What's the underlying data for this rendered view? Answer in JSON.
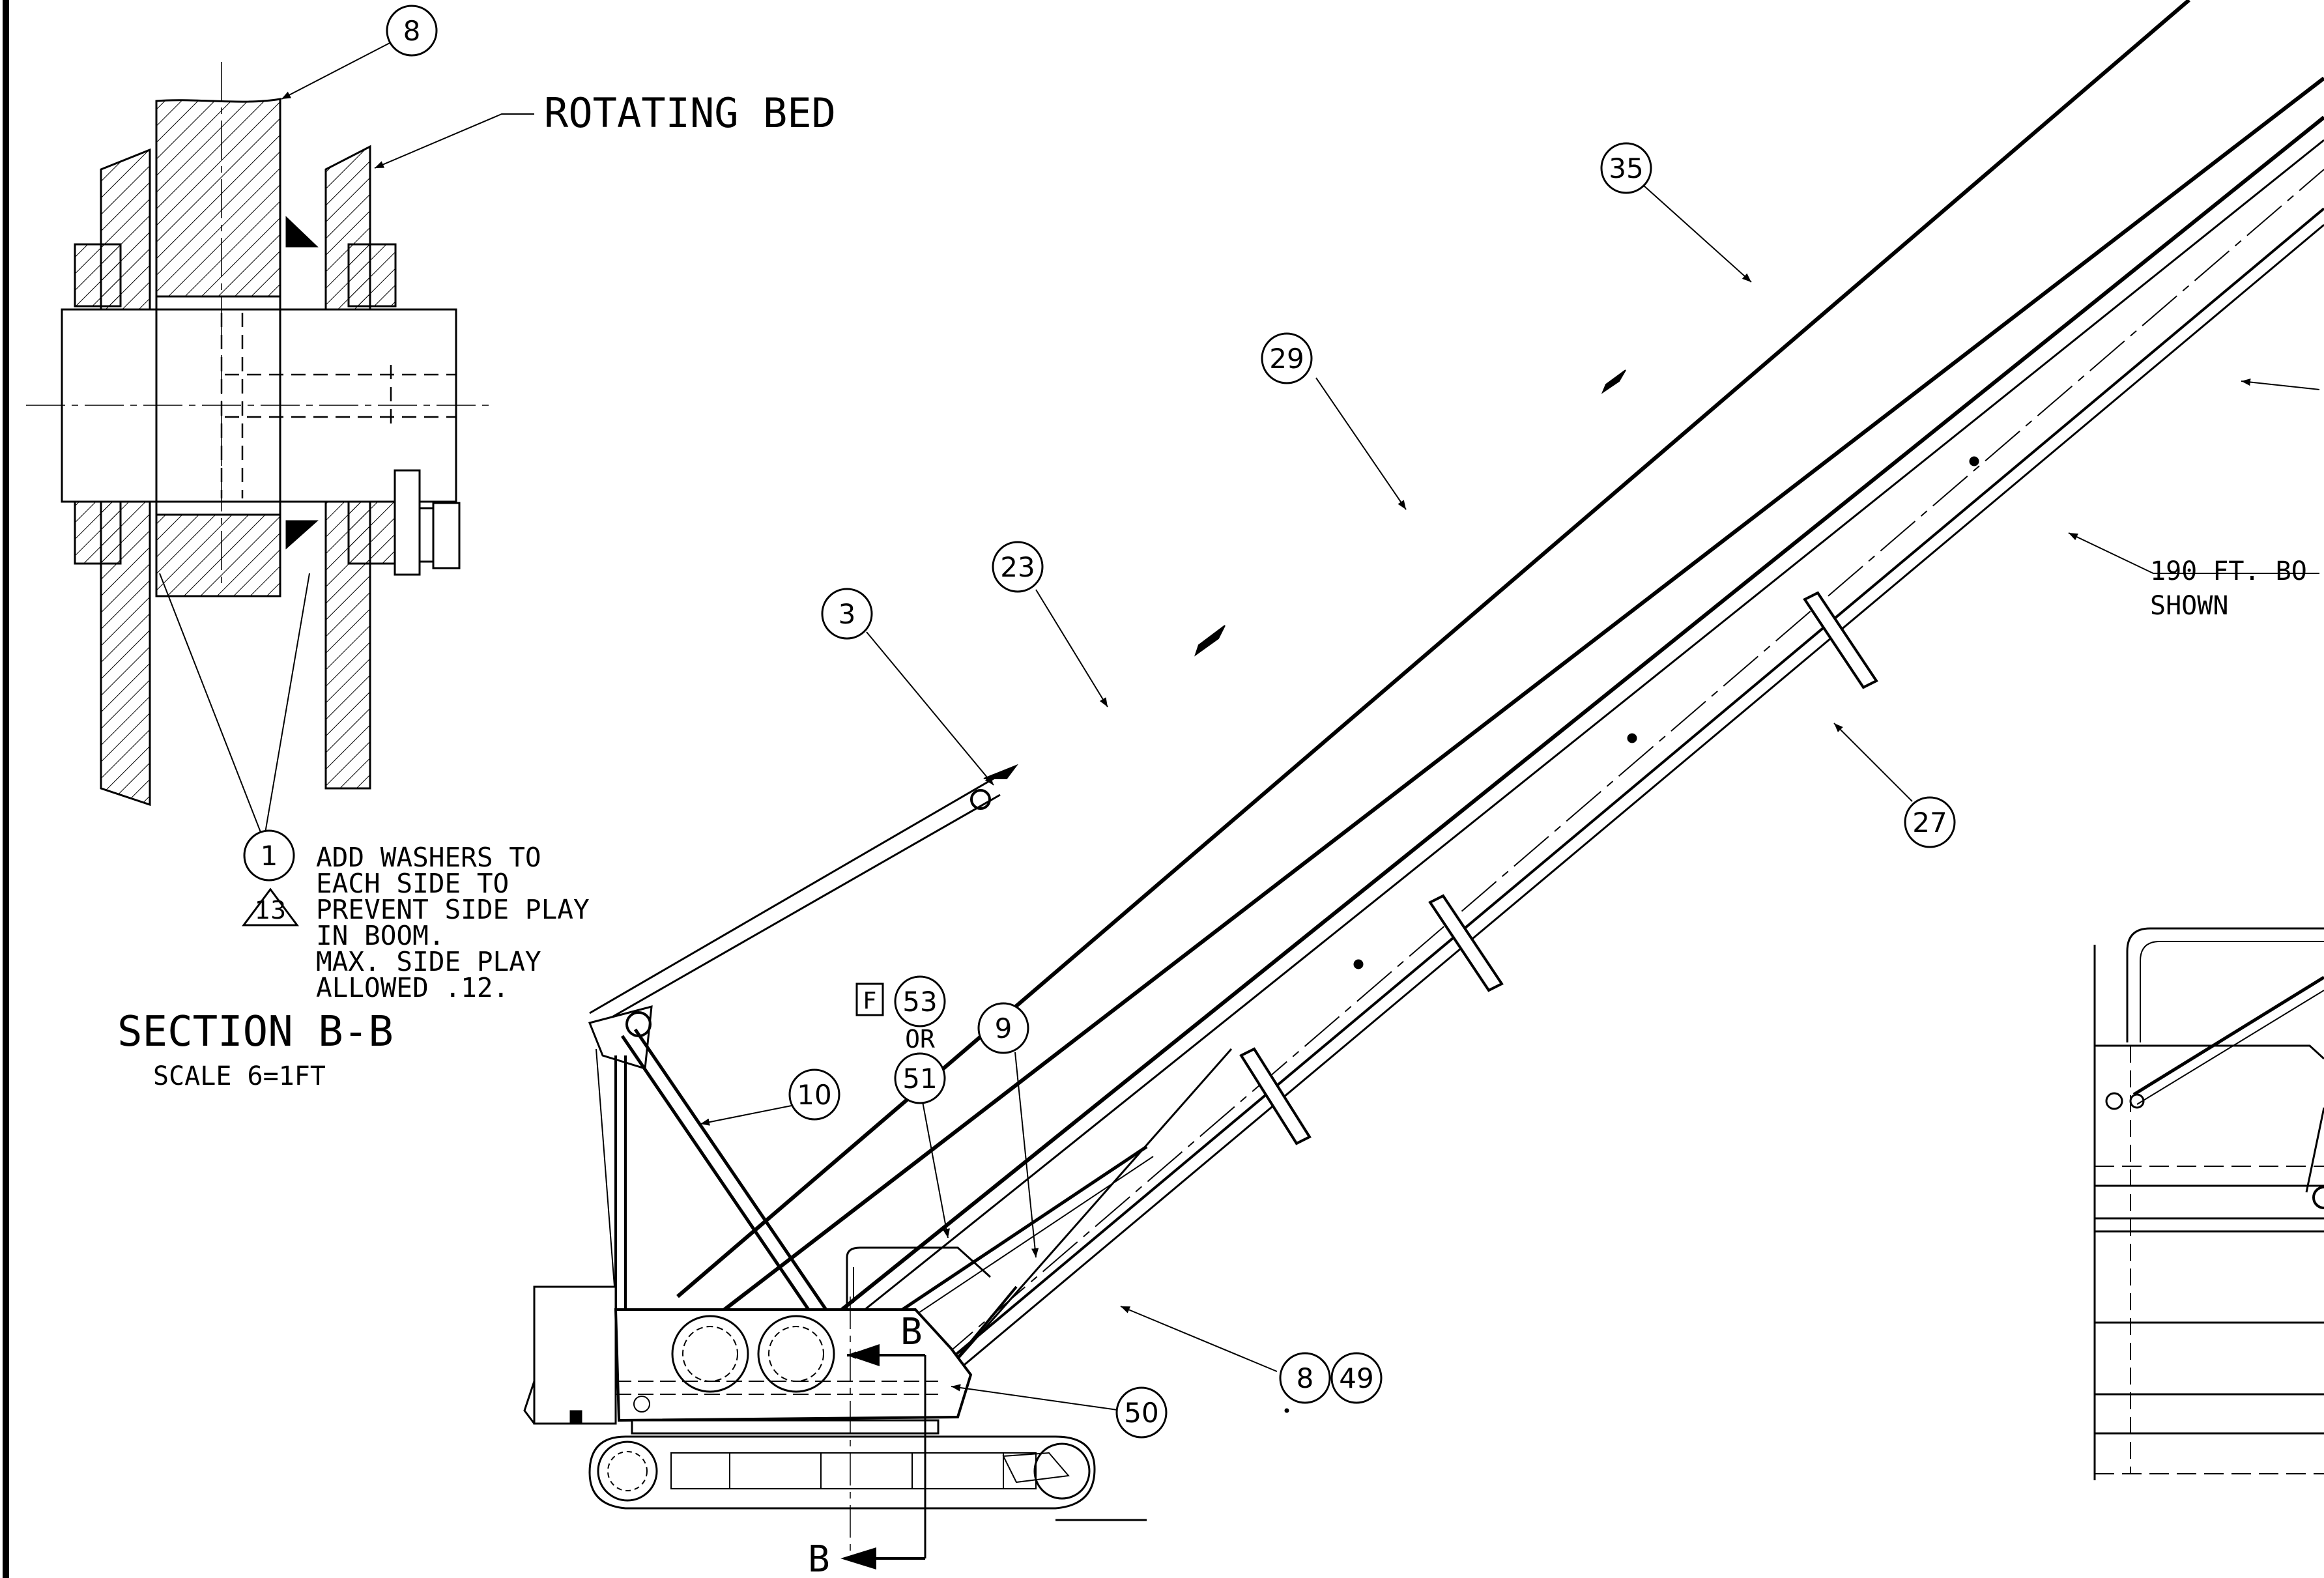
{
  "section": {
    "callout_top": "8",
    "label_rotating_bed": "ROTATING BED",
    "callout_1": "1",
    "callout_13": "13",
    "note_lines": [
      "ADD WASHERS TO",
      "EACH SIDE TO",
      "PREVENT SIDE PLAY",
      "IN BOOM.",
      "MAX. SIDE PLAY",
      "ALLOWED .12."
    ],
    "title": "SECTION B-B",
    "scale": "SCALE 6=1FT"
  },
  "balloons": {
    "b35": "35",
    "b29": "29",
    "b23": "23",
    "b3": "3",
    "b27": "27",
    "b53": "53",
    "b51": "51",
    "b9": "9",
    "b10": "10",
    "b8": "8",
    "b49": "49",
    "b50": "50"
  },
  "labels": {
    "flag_F": "F",
    "or": "OR",
    "boom_note_line1": "190 FT. BO",
    "boom_note_line2": "SHOWN",
    "section_mark_top": "B",
    "section_mark_bottom": "B"
  },
  "colors": {
    "line": "#000000",
    "background": "#ffffff"
  }
}
